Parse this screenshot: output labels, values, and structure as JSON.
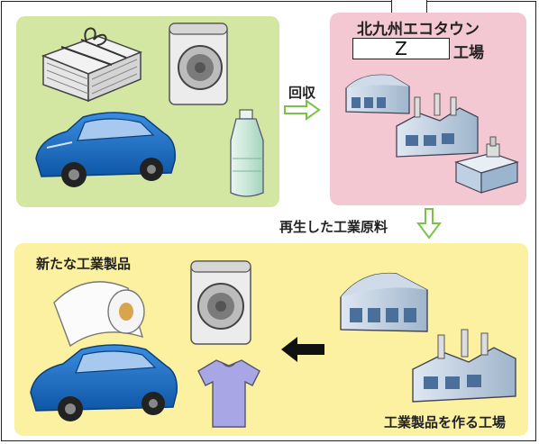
{
  "eco_town": {
    "title": "北九州エコタウン",
    "blank_value": "Z",
    "factory_suffix": "工場"
  },
  "flow": {
    "collect_label": "回収",
    "regenerated_label": "再生した工業原料"
  },
  "products": {
    "new_products_label": "新たな工業製品",
    "maker_factory_label": "工業製品を作る工場"
  },
  "colors": {
    "green_panel": "#d3e7a3",
    "pink_panel": "#f4c8d3",
    "yellow_panel": "#fbf1a0",
    "arrow_green": "#7cc24a",
    "car_blue": "#1b6fc4"
  }
}
